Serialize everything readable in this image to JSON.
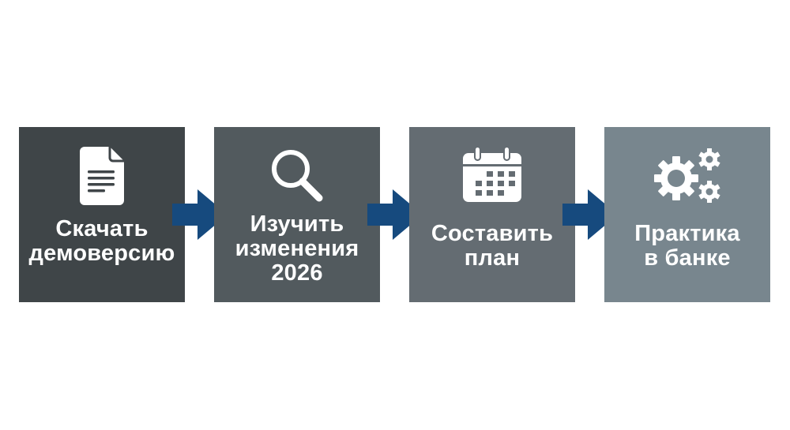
{
  "diagram": {
    "type": "process-flow",
    "direction": "left-to-right",
    "arrow_color": "#164a7e",
    "steps": [
      {
        "icon": "document-icon",
        "color": "#3f4548",
        "lines": [
          "Скачать",
          "демоверсию"
        ]
      },
      {
        "icon": "search-icon",
        "color": "#525a5e",
        "lines": [
          "Изучить",
          "изменения",
          "2026"
        ]
      },
      {
        "icon": "calendar-icon",
        "color": "#646c72",
        "lines": [
          "Составить",
          "план"
        ]
      },
      {
        "icon": "gears-icon",
        "color": "#78868e",
        "lines": [
          "Практика",
          "в банке"
        ]
      }
    ]
  }
}
